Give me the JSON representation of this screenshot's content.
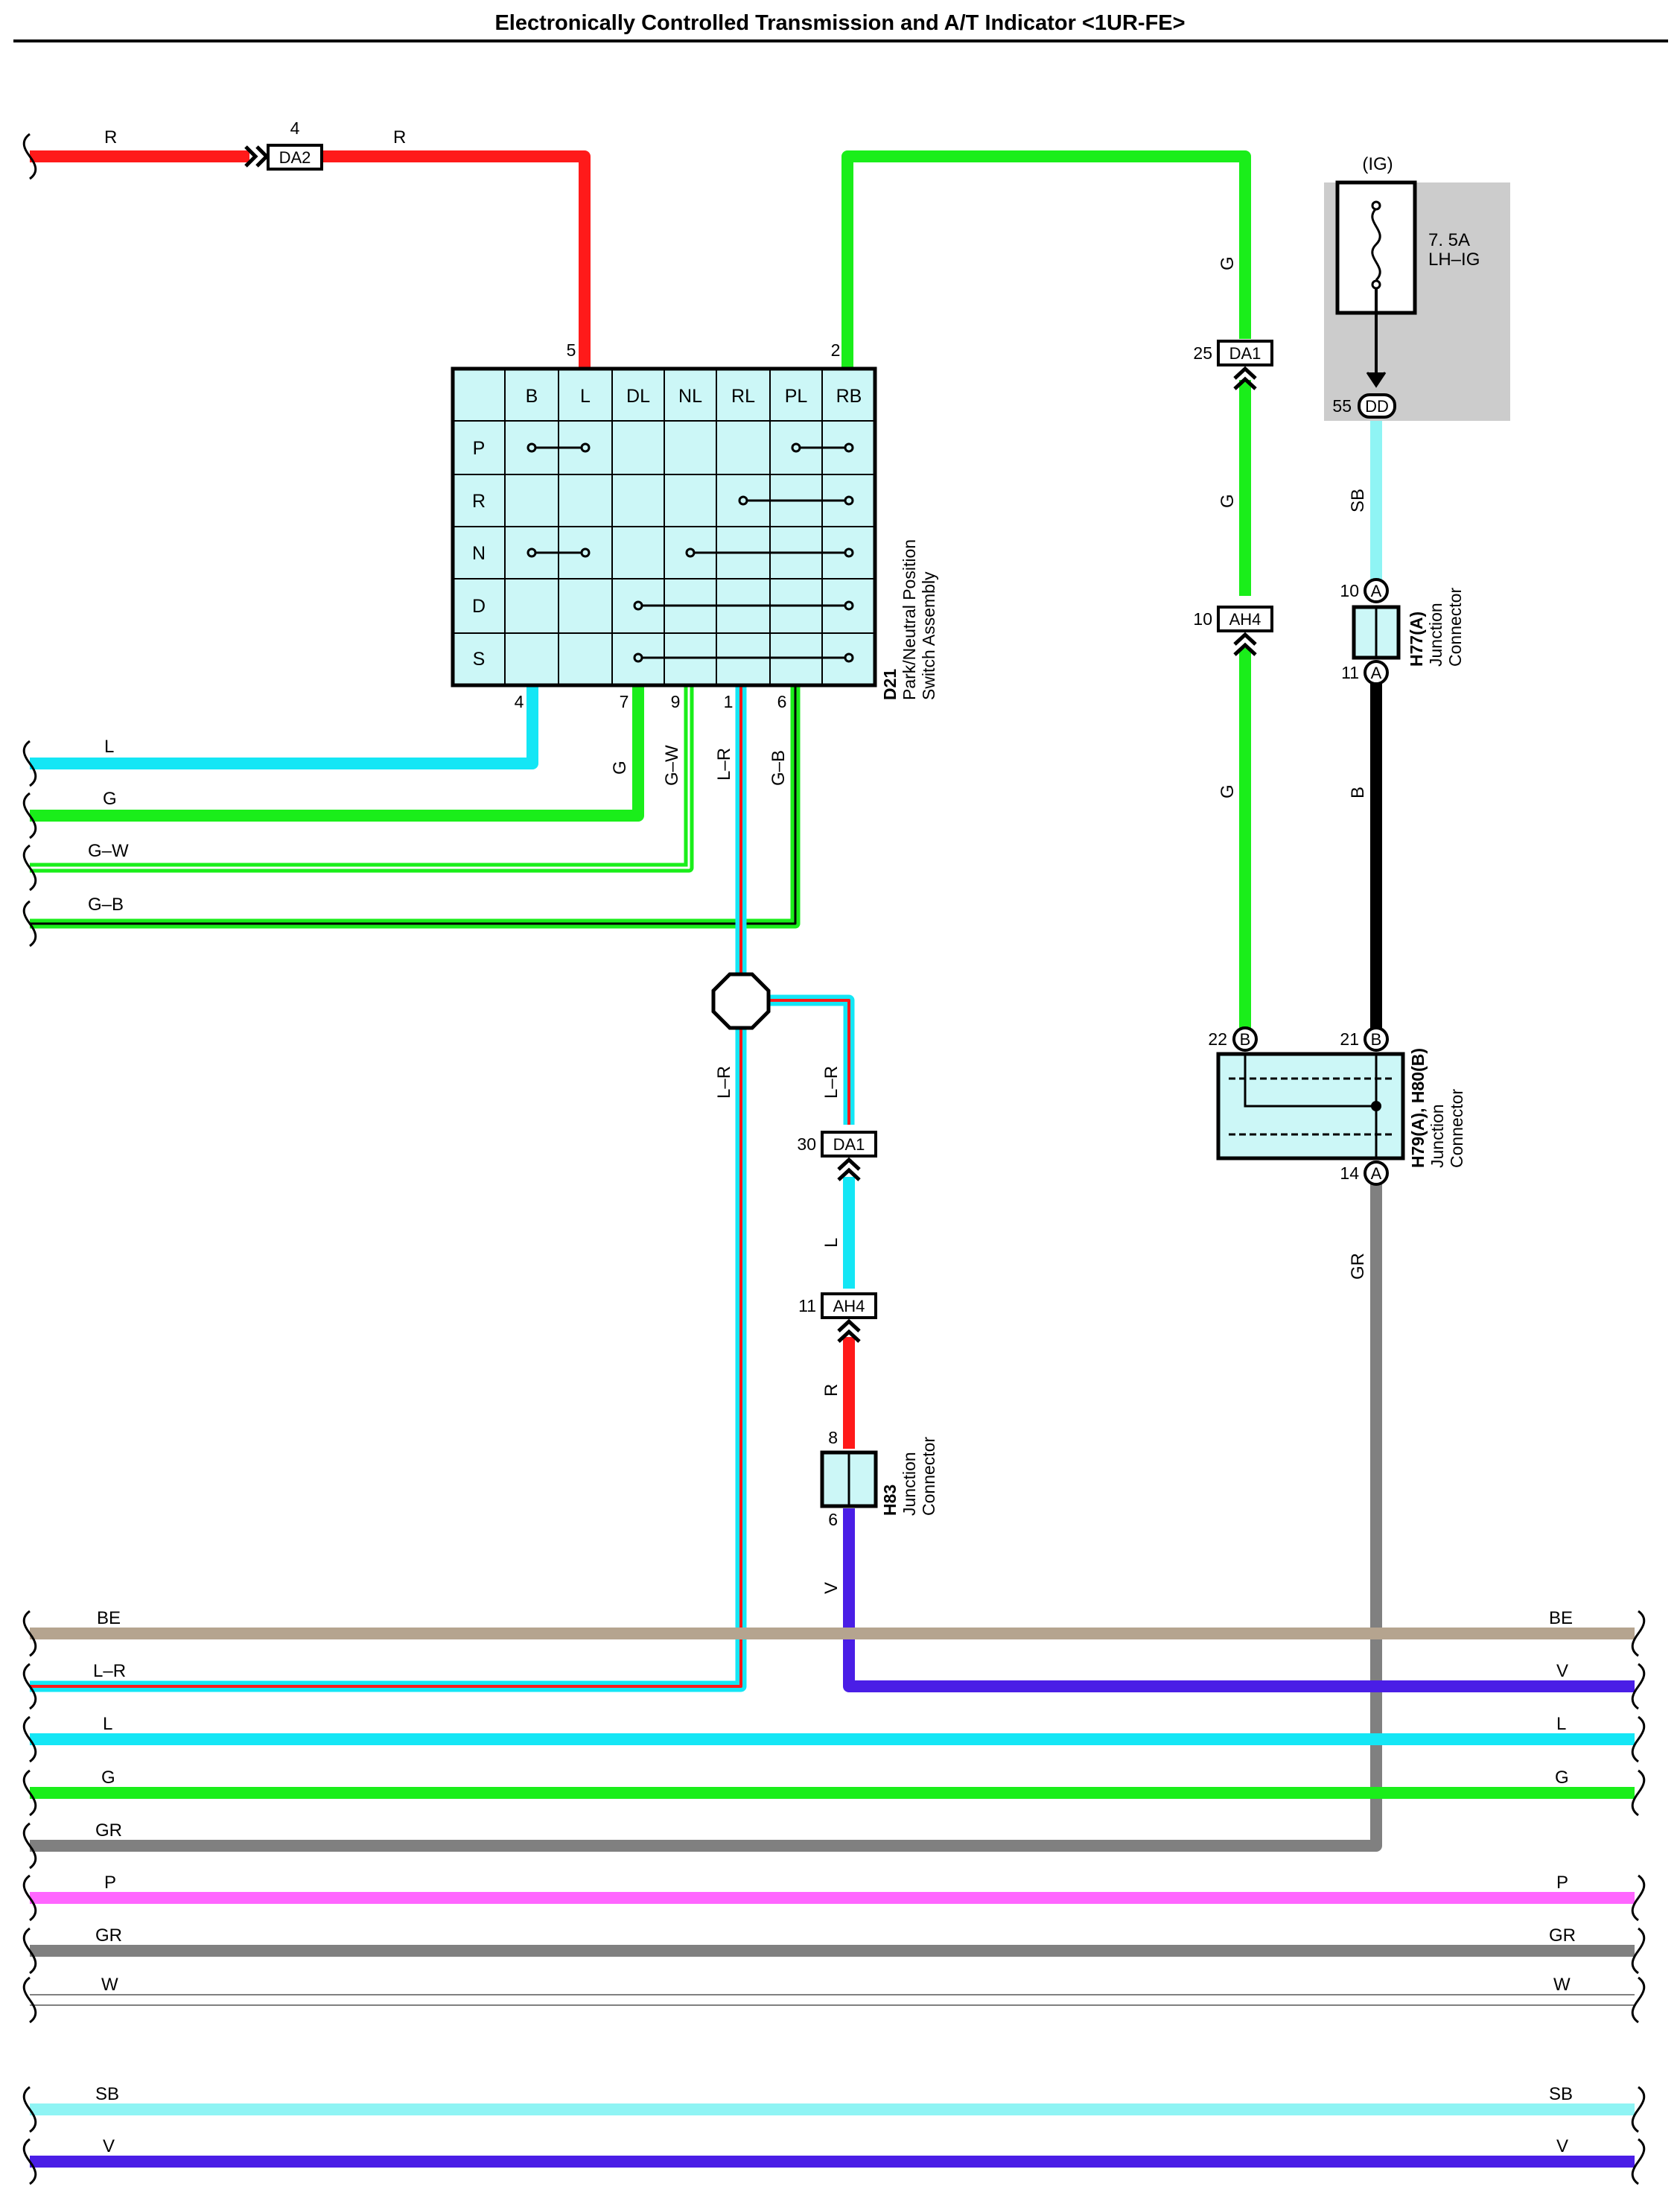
{
  "title": "Electronically Controlled Transmission and A/T Indicator <1UR-FE>",
  "colors": {
    "R": "#ff1a1a",
    "G": "#1aee1a",
    "L": "#14e6f5",
    "SB": "#8ff4f4",
    "B": "#000000",
    "GR": "#808080",
    "BE": "#b5a48f",
    "V": "#4a1ee6",
    "P": "#ff66ff",
    "W": "#ffffff",
    "connector_fill": "#ccf7f7",
    "relay_box": "#cccccc"
  },
  "wire_codes": {
    "top_R_left": "R",
    "top_R_right": "R",
    "left_L": "L",
    "left_G": "G",
    "left_GW": "G–W",
    "left_GB": "G–B",
    "sw_out_G": "G",
    "sw_out_GW": "G–W",
    "sw_out_LR": "L–R",
    "sw_out_GB": "G–B",
    "mid_LR_left": "L–R",
    "mid_LR_right": "L–R",
    "mid_L": "L",
    "mid_R": "R",
    "mid_V": "V",
    "right_G1": "G",
    "right_G2": "G",
    "right_G3": "G",
    "right_SB": "SB",
    "right_B": "B",
    "right_GR": "GR"
  },
  "connectors": {
    "DA2": "DA2",
    "DA1_top": "DA1",
    "AH4_top": "AH4",
    "DD": "DD",
    "DA1_mid": "DA1",
    "AH4_mid": "AH4",
    "A1": "A",
    "A2": "A",
    "B1": "B",
    "B2": "B",
    "A3": "A"
  },
  "pins": {
    "da2": "4",
    "sw5": "5",
    "sw2": "2",
    "sw4": "4",
    "sw7": "7",
    "sw9": "9",
    "sw1": "1",
    "sw6": "6",
    "da1_top": "25",
    "ah4_top": "10",
    "dd": "55",
    "h77_top": "10",
    "h77_bot": "11",
    "h79_22": "22",
    "h79_21": "21",
    "h79_14": "14",
    "da1_mid": "30",
    "ah4_mid": "11",
    "h83_top": "8",
    "h83_bot": "6"
  },
  "switch": {
    "columns": [
      "B",
      "L",
      "DL",
      "NL",
      "RL",
      "PL",
      "RB"
    ],
    "rows": [
      "P",
      "R",
      "N",
      "D",
      "S"
    ],
    "id": "D21",
    "desc1": "Park/Neutral Position",
    "desc2": "Switch Assembly"
  },
  "relay": {
    "ig": "(IG)",
    "amp": "7. 5A",
    "fuse": "LH–IG"
  },
  "junctions": {
    "h77_id": "H77(A)",
    "h77_d1": "Junction",
    "h77_d2": "Connector",
    "h79_id": "H79(A), H80(B)",
    "h79_d1": "Junction",
    "h79_d2": "Connector",
    "h83_id": "H83",
    "h83_d1": "Junction",
    "h83_d2": "Connector"
  },
  "bus": [
    {
      "left": "BE",
      "right": "BE"
    },
    {
      "left": "L–R",
      "right": "V"
    },
    {
      "left": "L",
      "right": "L"
    },
    {
      "left": "G",
      "right": "G"
    },
    {
      "left": "GR",
      "right": ""
    },
    {
      "left": "P",
      "right": "P"
    },
    {
      "left": "GR",
      "right": "GR"
    },
    {
      "left": "W",
      "right": "W"
    },
    {
      "left": "SB",
      "right": "SB"
    },
    {
      "left": "V",
      "right": "V"
    }
  ]
}
